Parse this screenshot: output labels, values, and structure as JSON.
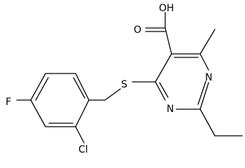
{
  "molecule": {
    "atoms": {
      "oh": "OH",
      "o": "O",
      "s": "S",
      "n_top": "N",
      "n_bottom": "N",
      "f": "F",
      "cl": "Cl"
    }
  }
}
